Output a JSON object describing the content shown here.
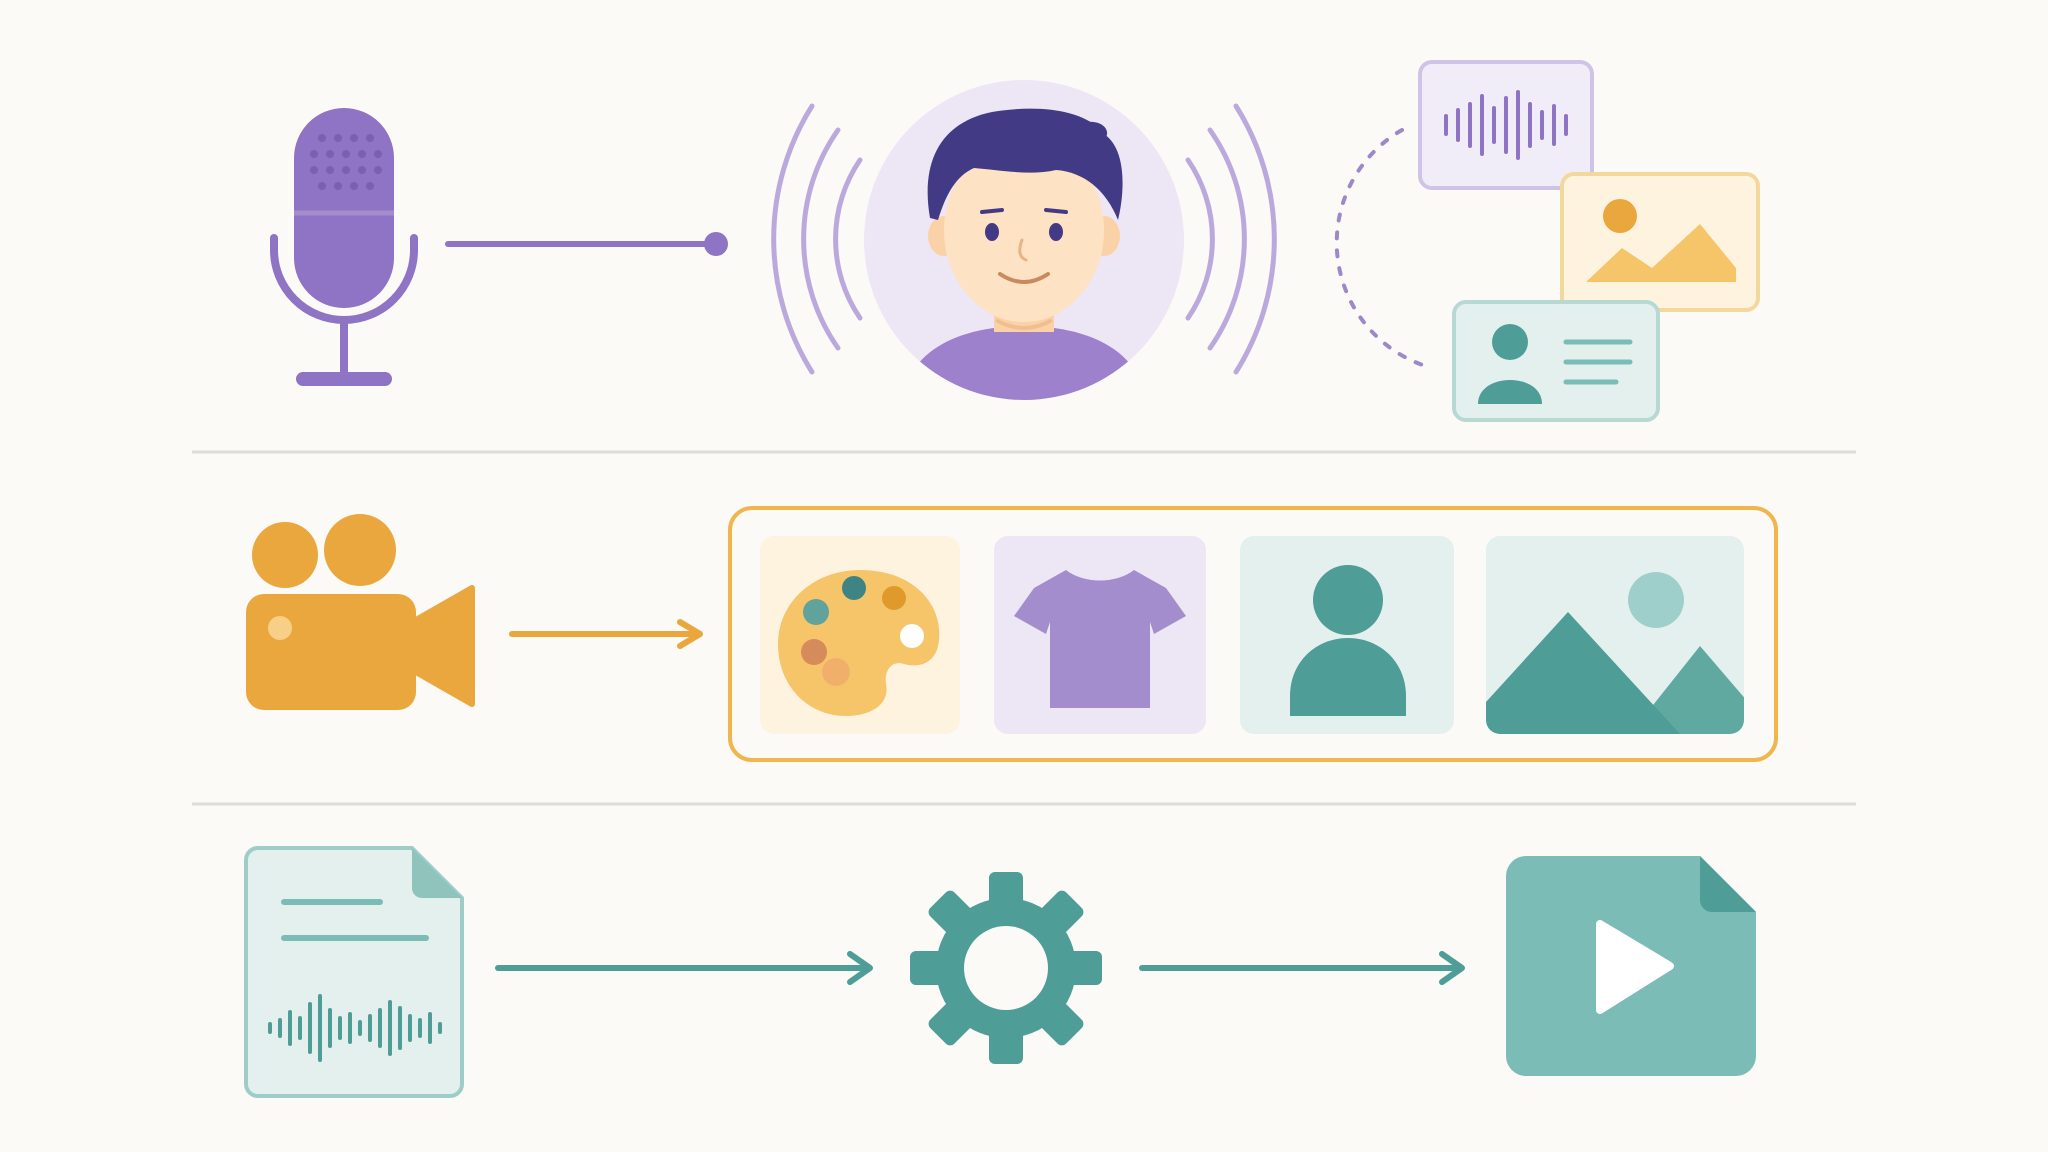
{
  "colors": {
    "background": "#fbfaf6",
    "purple": "#8f73c4",
    "purple_light": "#a48dcc",
    "purple_pale": "#ece6f5",
    "dark_purple": "#433a85",
    "orange": "#e9a73d",
    "orange_light": "#f6c56a",
    "orange_pale": "#fdf3df",
    "teal": "#4f9d97",
    "teal_light": "#7bbdb6",
    "teal_pale": "#e3f0ee",
    "skin": "#fde3c4",
    "divider": "#dedcd8"
  },
  "rows": [
    {
      "id": "voice-row",
      "icons": [
        "microphone-icon",
        "connector-line",
        "talking-avatar-icon",
        "sound-wave-icon",
        "media-cards-icon"
      ],
      "cards": [
        "audio-waveform-card-icon",
        "image-card-icon",
        "profile-card-icon"
      ]
    },
    {
      "id": "video-style-row",
      "icons": [
        "video-camera-icon",
        "arrow-right-icon"
      ],
      "tiles": [
        "palette-icon",
        "tshirt-icon",
        "person-icon",
        "landscape-icon"
      ]
    },
    {
      "id": "generation-row",
      "icons": [
        "script-audio-file-icon",
        "arrow-right-icon",
        "gear-icon",
        "arrow-right-icon",
        "video-file-play-icon"
      ]
    }
  ]
}
